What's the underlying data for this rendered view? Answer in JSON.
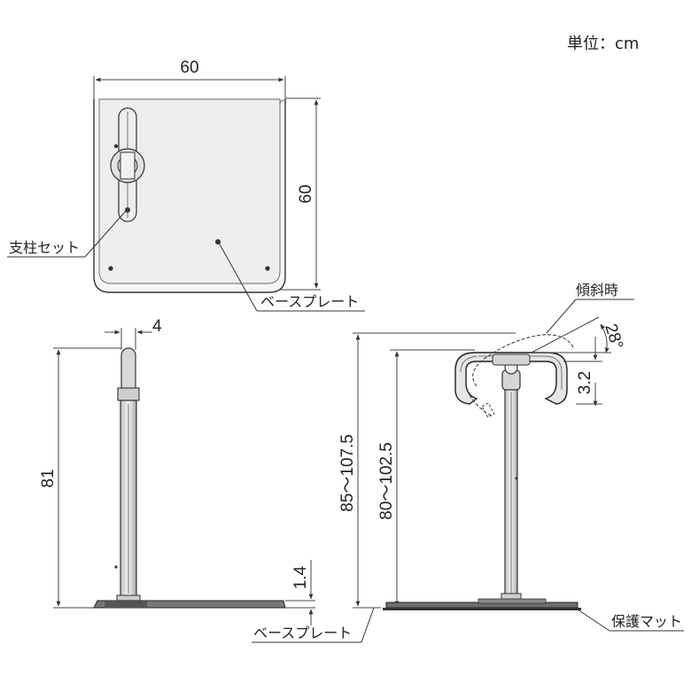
{
  "unit_label": "単位：cm",
  "top_view": {
    "width_dim": "60",
    "height_dim": "60",
    "label_pillar": "支柱セット",
    "label_base": "ベースプレート"
  },
  "side_view": {
    "thickness_dim": "4",
    "height_dim": "81",
    "base_dim": "1.4",
    "label_base": "ベースプレート"
  },
  "front_view": {
    "label_tilt": "傾斜時",
    "angle_dim": "28°",
    "offset_dim": "3.2",
    "total_height_dim": "85～107.5",
    "rest_height_dim": "80～102.5",
    "label_mat": "保護マット"
  }
}
